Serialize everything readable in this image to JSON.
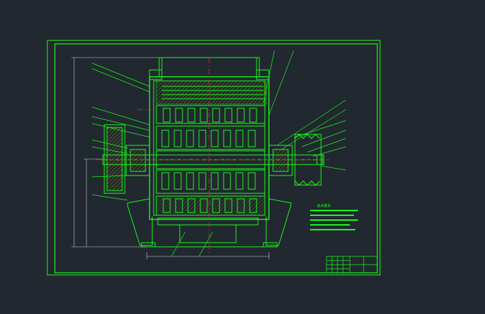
{
  "drawing": {
    "background": "#212830",
    "line_color": "#19ff19",
    "dim_color": "#ffffff",
    "center_color": "#ff2020",
    "hatch_color": "#c8c800"
  },
  "notes": {
    "title": "技术要求",
    "line_count": 5
  },
  "title_block": {
    "rows": 4
  }
}
